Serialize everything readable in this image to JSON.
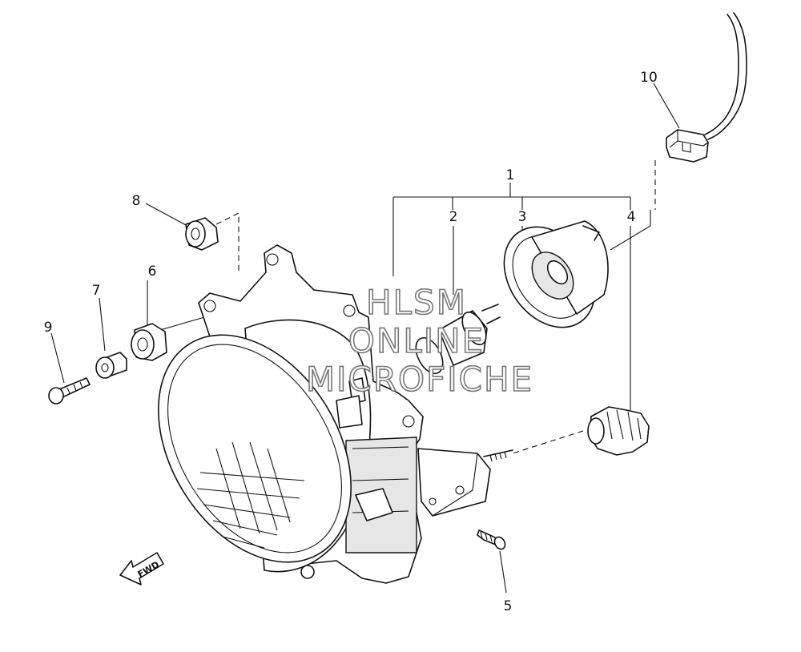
{
  "diagram": {
    "callouts": [
      {
        "id": "1",
        "label": "1"
      },
      {
        "id": "2",
        "label": "2"
      },
      {
        "id": "3",
        "label": "3"
      },
      {
        "id": "4",
        "label": "4"
      },
      {
        "id": "5",
        "label": "5"
      },
      {
        "id": "6",
        "label": "6"
      },
      {
        "id": "7",
        "label": "7"
      },
      {
        "id": "8",
        "label": "8"
      },
      {
        "id": "9",
        "label": "9"
      },
      {
        "id": "10",
        "label": "10"
      }
    ],
    "direction_marker": "FWD",
    "watermark": {
      "line1": "HLSM",
      "line2": "ONLINE",
      "line3": "MICROFICHE"
    }
  }
}
